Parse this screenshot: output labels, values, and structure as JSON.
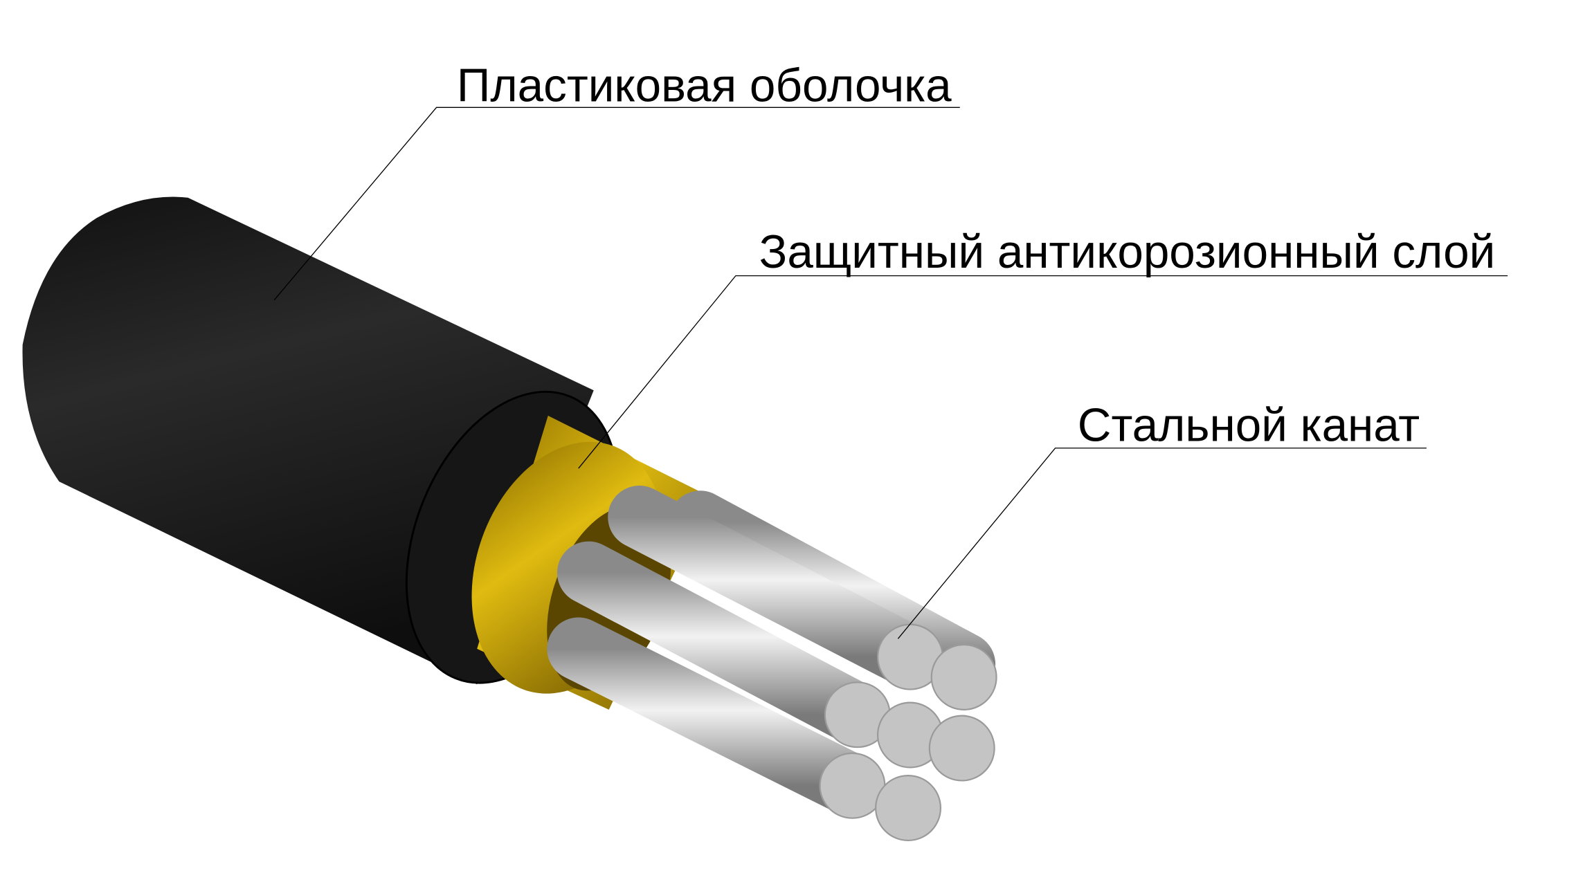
{
  "labels": {
    "jacket": "Пластиковая оболочка",
    "coating": "Защитный антикорозионный слой",
    "rope": "Стальной канат"
  },
  "colors": {
    "jacket": "#1c1c1c",
    "coating": "#d4aa00",
    "steel": "#c8c8c8"
  }
}
